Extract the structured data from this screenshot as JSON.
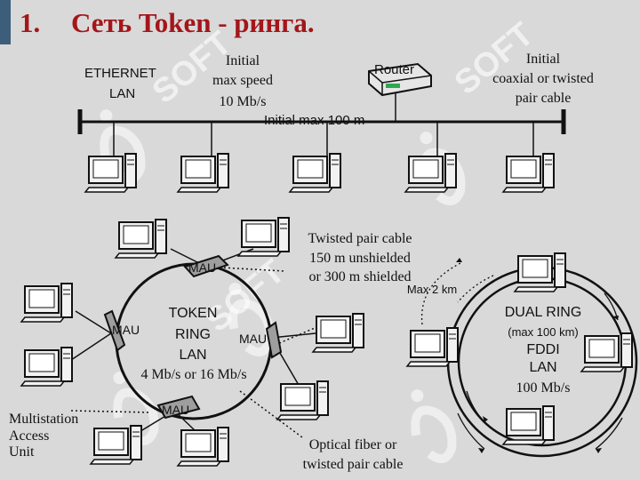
{
  "slide": {
    "number": "1.",
    "title": "Сеть Token - ринга."
  },
  "watermark": {
    "text": "SOFT"
  },
  "bus_network": {
    "ethernet_label": [
      "ETHERNET",
      "LAN"
    ],
    "speed_label": [
      "Initial",
      "max speed",
      "10 Mb/s"
    ],
    "length_label": "Initial max 100 m",
    "router_label": "Router",
    "cable_label": [
      "Initial",
      "coaxial or twisted",
      "pair cable"
    ]
  },
  "token_ring": {
    "center_label": [
      "TOKEN",
      "RING",
      "LAN"
    ],
    "speed_label": "4 Mb/s or 16 Mb/s",
    "mau_label": "MAU",
    "twisted_pair_label": [
      "Twisted pair cable",
      "150 m unshielded",
      "or 300 m shielded"
    ],
    "fiber_label": [
      "Optical fiber or",
      "twisted pair cable"
    ],
    "mau_legend": [
      "Multistation",
      "Access",
      "Unit"
    ]
  },
  "dual_ring": {
    "max_distance_label": "Max 2 km",
    "center_label": [
      "DUAL RING",
      "(max 100 km)",
      "FDDI",
      "LAN"
    ],
    "speed_label": "100 Mb/s"
  },
  "colors": {
    "title": "#a4161a",
    "accent_bar": "#3d5e7a",
    "background": "#d9d9d9",
    "line": "#111111",
    "watermark": "#ffffff",
    "router_light": "#2ea84f"
  }
}
